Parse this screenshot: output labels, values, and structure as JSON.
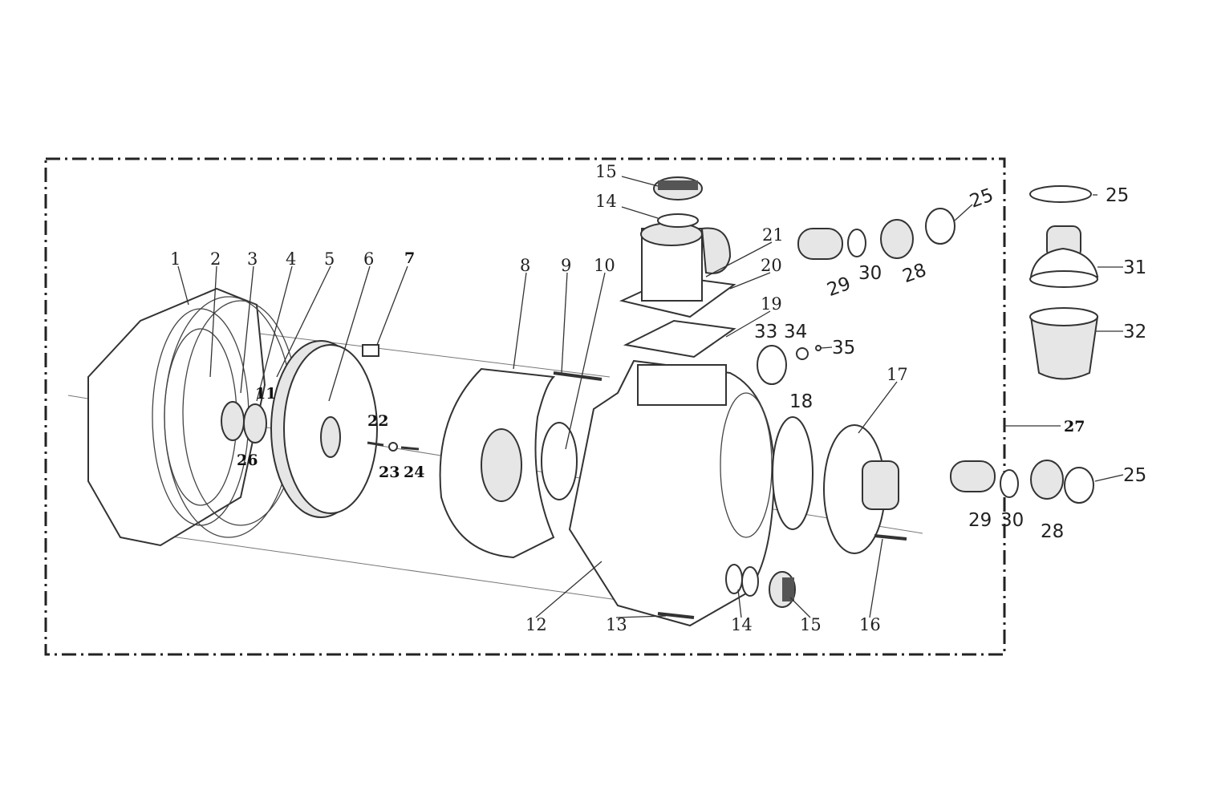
{
  "diagram": {
    "type": "exploded parts diagram",
    "labels": {
      "p1": "1",
      "p2": "2",
      "p3": "3",
      "p4": "4",
      "p5": "5",
      "p6": "6",
      "p7": "7",
      "p8": "8",
      "p9": "9",
      "p10": "10",
      "p11": "11",
      "p12": "12",
      "p13": "13",
      "p14_top": "14",
      "p14_bottom": "14",
      "p15_top": "15",
      "p15_bottom": "15",
      "p16": "16",
      "p17": "17",
      "p18": "18",
      "p19": "19",
      "p20": "20",
      "p21": "21",
      "p22": "22",
      "p23": "23",
      "p24": "24",
      "p26": "26",
      "p27": "27",
      "p25_a": "25",
      "p25_b": "25",
      "p25_c": "25",
      "p28_a": "28",
      "p28_b": "28",
      "p29_a": "29",
      "p29_b": "29",
      "p30_a": "30",
      "p30_b": "30",
      "p31": "31",
      "p32": "32",
      "p33": "33",
      "p34": "34",
      "p35": "35"
    }
  }
}
